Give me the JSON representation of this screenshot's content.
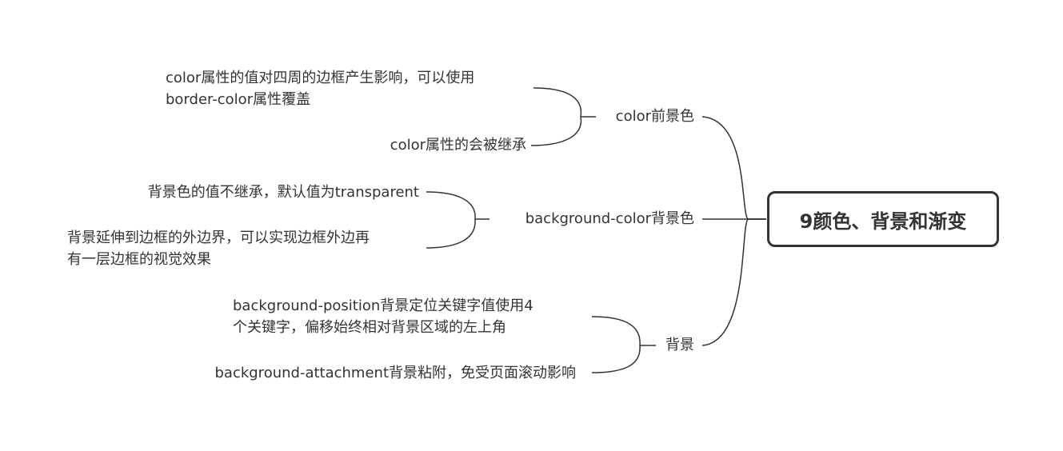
{
  "root": {
    "label": "9颜色、背景和渐变"
  },
  "branches": [
    {
      "label": "color前景色",
      "children": [
        {
          "lines": [
            "color属性的值对四周的边框产生影响，可以使用",
            "border-color属性覆盖"
          ]
        },
        {
          "lines": [
            "color属性的会被继承"
          ]
        }
      ]
    },
    {
      "label": "background-color背景色",
      "children": [
        {
          "lines": [
            "背景色的值不继承，默认值为transparent"
          ]
        },
        {
          "lines": [
            "背景延伸到边框的外边界，可以实现边框外边再",
            "有一层边框的视觉效果"
          ]
        }
      ]
    },
    {
      "label": "背景",
      "children": [
        {
          "lines": [
            "background-position背景定位关键字值使用4",
            "个关键字，偏移始终相对背景区域的左上角"
          ]
        },
        {
          "lines": [
            "background-attachment背景粘附，免受页面滚动影响"
          ]
        }
      ]
    }
  ],
  "colors": {
    "line": "#333333",
    "text": "#333333",
    "root_border": "#333333"
  }
}
